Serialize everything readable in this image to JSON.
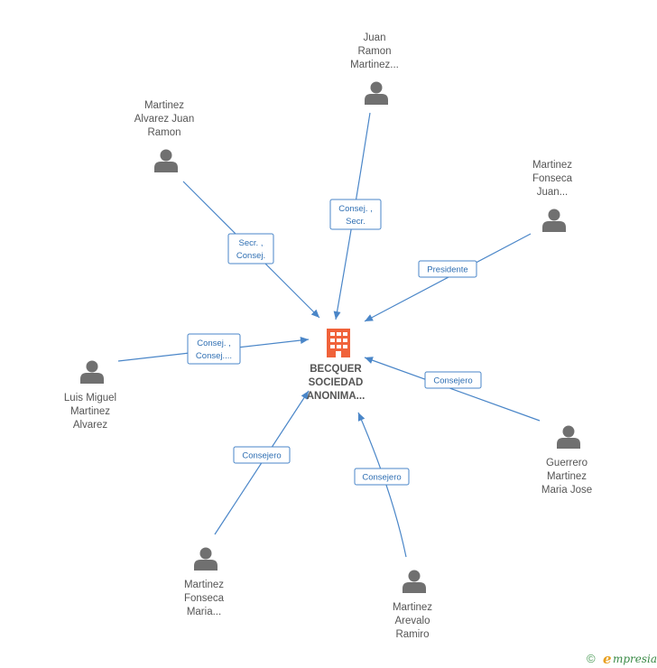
{
  "center": {
    "lines": [
      "BECQUER",
      "SOCIEDAD",
      "ANONIMA..."
    ],
    "icon": "building-icon",
    "color": "#f0623a"
  },
  "people": [
    {
      "id": "juan-ramon-martinez",
      "lines": [
        "Juan",
        "Ramon",
        "Martinez..."
      ],
      "role": [
        "Consej. ,",
        "Secr."
      ]
    },
    {
      "id": "martinez-alvarez-juan-ramon",
      "lines": [
        "Martinez",
        "Alvarez Juan",
        "Ramon"
      ],
      "role": [
        "Secr. ,",
        "Consej."
      ]
    },
    {
      "id": "martinez-fonseca-juan",
      "lines": [
        "Martinez",
        "Fonseca",
        "Juan..."
      ],
      "role": [
        "Presidente"
      ]
    },
    {
      "id": "luis-miguel-martinez-alvarez",
      "lines": [
        "Luis Miguel",
        "Martinez",
        "Alvarez"
      ],
      "role": [
        "Consej. ,",
        "Consej...."
      ]
    },
    {
      "id": "guerrero-martinez-maria-jose",
      "lines": [
        "Guerrero",
        "Martinez",
        "Maria Jose"
      ],
      "role": [
        "Consejero"
      ]
    },
    {
      "id": "martinez-fonseca-maria",
      "lines": [
        "Martinez",
        "Fonseca",
        "Maria..."
      ],
      "role": [
        "Consejero"
      ]
    },
    {
      "id": "martinez-arevalo-ramiro",
      "lines": [
        "Martinez",
        "Arevalo",
        "Ramiro"
      ],
      "role": [
        "Consejero"
      ]
    }
  ],
  "footer": {
    "copyright_symbol": "©",
    "brand_initial": "e",
    "brand_rest": "mpresia"
  },
  "colors": {
    "edge": "#4a86c8",
    "person_icon": "#707070",
    "text": "#555555",
    "brand_green": "#3a8a46",
    "brand_orange": "#e8a020"
  }
}
